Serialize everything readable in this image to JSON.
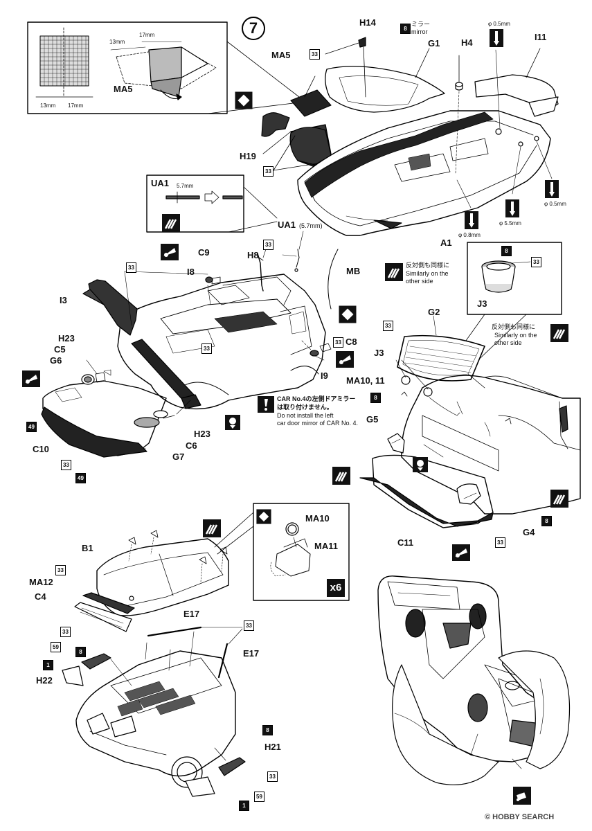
{
  "step_number": "7",
  "parts": {
    "MA5": "MA5",
    "MA5_inset": "MA5",
    "H14": "H14",
    "G1": "G1",
    "H4": "H4",
    "I11": "I11",
    "H19": "H19",
    "UA1_box": "UA1",
    "UA1": "UA1",
    "UA1_spec": "(5.7mm)",
    "A1": "A1",
    "C9": "C9",
    "H8": "H8",
    "I8": "I8",
    "MB": "MB",
    "I3": "I3",
    "H23_a": "H23",
    "C5": "C5",
    "G6": "G6",
    "C8": "C8",
    "I9": "I9",
    "H23_b": "H23",
    "C6": "C6",
    "G7": "G7",
    "C10": "C10",
    "G2": "G2",
    "J3": "J3",
    "J3_box": "J3",
    "MA10_11": "MA10, 11",
    "G5": "G5",
    "C11": "C11",
    "G4": "G4",
    "MA10": "MA10",
    "MA11": "MA11",
    "B1": "B1",
    "MA12": "MA12",
    "C4": "C4",
    "E17_a": "E17",
    "E17_b": "E17",
    "H22": "H22",
    "H21": "H21"
  },
  "dimensions": {
    "d13_a": "13mm",
    "d17_a": "17mm",
    "d13_b": "13mm",
    "d17_b": "17mm",
    "d57": "5.7mm",
    "phi05_a": "φ 0.5mm",
    "phi05_b": "φ 0.5mm",
    "phi55": "φ 5.5mm",
    "phi08": "φ 0.8mm"
  },
  "paint_codes": {
    "c33_ma5": "33",
    "c8_mirror": "8",
    "c33_h19": "33",
    "c33_ua1": "33",
    "c33_i3": "33",
    "c33_center": "33",
    "c33_c8": "33",
    "c49_a": "49",
    "c33_c10": "33",
    "c49_b": "49",
    "c33_g2": "33",
    "c8_j3": "8",
    "c33_j3": "33",
    "c8_ma10": "8",
    "c8_rear": "8",
    "c33_c11": "33",
    "c33_ma12": "33",
    "c33_c4": "33",
    "c59_a": "59",
    "c8_h22": "8",
    "c1_a": "1",
    "c33_e17": "33",
    "c8_h21": "8",
    "c33_h21": "33",
    "c59_b": "59",
    "c1_b": "1"
  },
  "notes": {
    "mirror_jp": "ミラー",
    "mirror_en": "mirror",
    "similar_jp_a": "反対側も同様に",
    "similar_en_a1": "Similarly on the",
    "similar_en_a2": "other side",
    "similar_jp_b": "反対側も同様に",
    "similar_en_b1": "Similarly on the",
    "similar_en_b2": "other side",
    "car4_jp1": "CAR No.4の左側ドアミラー",
    "car4_jp2": "は取り付けません。",
    "car4_en1": "Do not install the left",
    "car4_en2": "car door mirror of CAR No. 4."
  },
  "multiplier": "x6",
  "watermark": "© HOBBY SEARCH",
  "icons": [
    "cement-icon",
    "cut-icon",
    "drill-icon",
    "paint-icon",
    "caution-icon",
    "sanding-icon"
  ]
}
